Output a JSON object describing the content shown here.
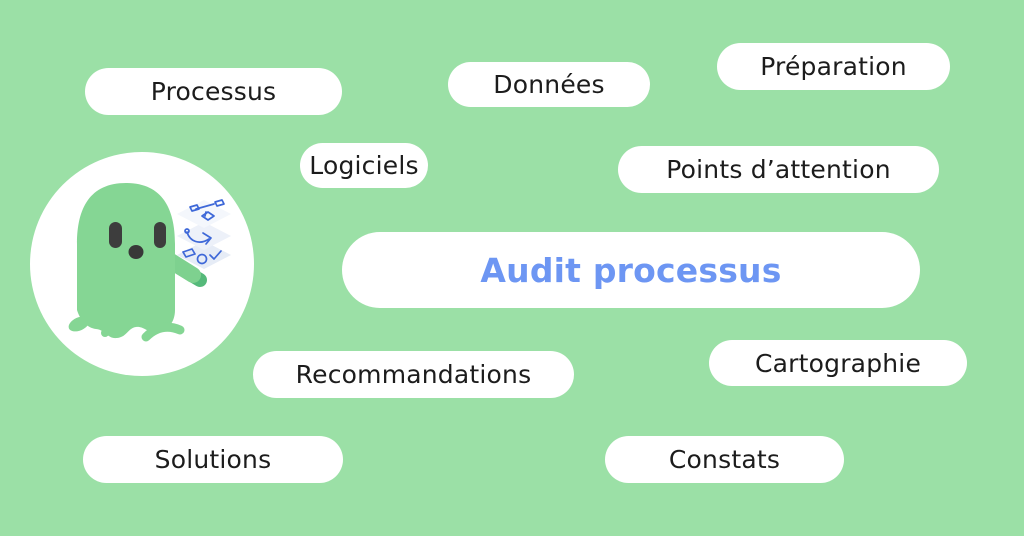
{
  "colors": {
    "background": "#9be0a6",
    "pill_background": "#ffffff",
    "label_text": "#1c1c1c",
    "center_text": "#6d96f3",
    "ghost_body": "#85d694",
    "ghost_face": "#3d3d3d",
    "ghost_arm": "#7ed18f",
    "ghost_hand": "#55b97a",
    "layer_card": "#edf1f9",
    "doodle_blue": "#3e68d8"
  },
  "diagram": {
    "center": {
      "label": "Audit processus"
    },
    "satellites": [
      {
        "id": "processus",
        "label": "Processus"
      },
      {
        "id": "donnees",
        "label": "Données"
      },
      {
        "id": "preparation",
        "label": "Préparation"
      },
      {
        "id": "logiciels",
        "label": "Logiciels"
      },
      {
        "id": "points-attention",
        "label": "Points d’attention"
      },
      {
        "id": "recommandations",
        "label": "Recommandations"
      },
      {
        "id": "cartographie",
        "label": "Cartographie"
      },
      {
        "id": "solutions",
        "label": "Solutions"
      },
      {
        "id": "constats",
        "label": "Constats"
      }
    ]
  },
  "mascot": {
    "icon": "ghost-mascot-holding-process-layers"
  }
}
